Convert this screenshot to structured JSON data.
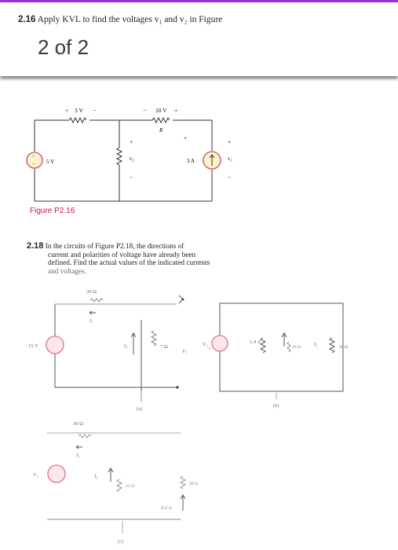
{
  "problem_216": {
    "number": "2.16",
    "text": "Apply KVL to find the voltages v₁ and v₂ in Figure"
  },
  "page_counter": "2 of 2",
  "figure_p216": {
    "caption": "Figure P2.16",
    "labels": {
      "plus_3v": "+",
      "v3": "3 V",
      "minus_3v": "−",
      "minus_10v": "−",
      "v10": "10 V",
      "plus_10v": "+",
      "r": "R",
      "plus_r": "+",
      "source_5v": "5 V",
      "plus_v2": "+",
      "v2": "v₂",
      "minus_v2": "−",
      "source_3a": "3 A",
      "plus_v1": "+",
      "v1": "v₁",
      "minus_v1": "−"
    }
  },
  "problem_218": {
    "number": "2.18",
    "line1": "In the circuits of Figure P2.18, the directions of",
    "line2": "current and polarities of voltage have already been",
    "line3": "defined. Find the actual values of the indicated currents",
    "line4": "and voltages."
  },
  "figure_p218": {
    "a": {
      "r_top": "30 Ω",
      "i1": "I₁",
      "source": "15 V",
      "i2": "I₂",
      "r_right": "7 Ω",
      "v2": "V₂",
      "label": "(a)"
    },
    "b": {
      "v1": "V₁",
      "current": "1.4 A",
      "r_mid": "30 Ω",
      "i2": "I₂",
      "r_right": "30 Ω",
      "label": "(b)"
    },
    "c": {
      "r_top": "30 Ω",
      "i1": "I₁",
      "source": "V₁",
      "i2": "I₂",
      "r_mid": "25 Ω",
      "r_right": "30 Ω",
      "current": "0.2 A",
      "label": "(c)"
    }
  }
}
